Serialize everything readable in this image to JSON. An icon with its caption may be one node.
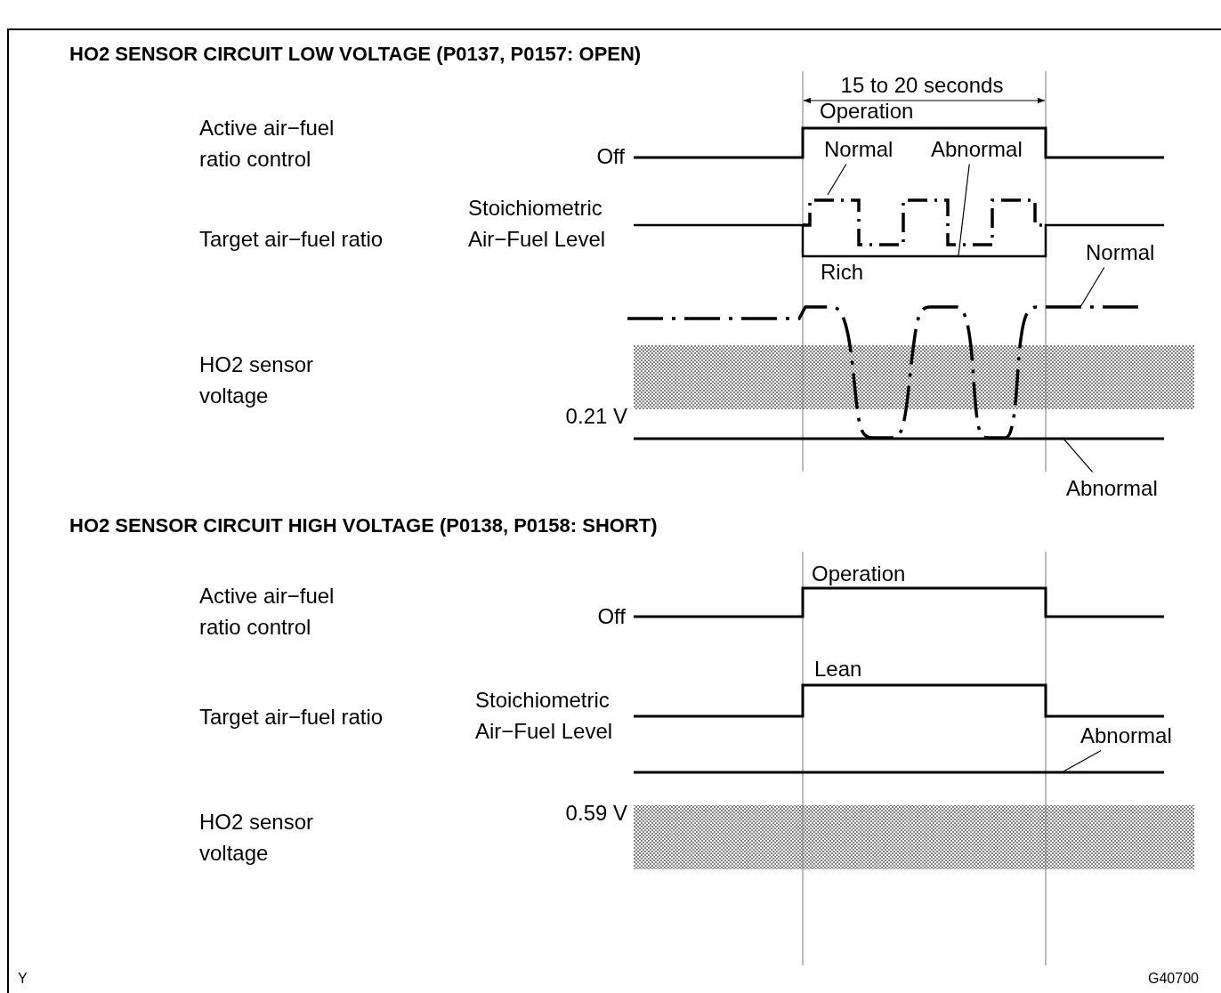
{
  "diagram": {
    "nodes": [
      {
        "text": [
          "Normal"
        ]
      },
      {
        "text": [
          "Abnormal"
        ]
      },
      {
        "text": [
          "Normal"
        ]
      },
      {
        "text": [
          "Abnormal"
        ]
      },
      {
        "text": [
          "Abnormal"
        ]
      }
    ],
    "edges": [
      {
        "from": 0,
        "to": null,
        "arrow": "none"
      },
      {
        "from": 1,
        "to": null,
        "arrow": "none"
      },
      {
        "from": 2,
        "to": null,
        "arrow": "none"
      },
      {
        "from": 3,
        "to": null,
        "arrow": "none"
      },
      {
        "from": 4,
        "to": null,
        "arrow": "none"
      }
    ],
    "labels": [
      "HO2 SENSOR CIRCUIT LOW VOLTAGE (P0137, P0157: OPEN)",
      "15 to 20 seconds",
      "Operation",
      "Active air−fuel ratio control",
      "Off",
      "Target air−fuel ratio",
      "Stoichiometric Air−Fuel Level",
      "Rich",
      "HO2 sensor voltage",
      "0.21 V",
      "HO2 SENSOR CIRCUIT HIGH VOLTAGE (P0138, P0158: SHORT)",
      "Operation",
      "Active air−fuel ratio control",
      "Off",
      "Lean",
      "Target air−fuel ratio",
      "Stoichiometric Air−Fuel Level",
      "HO2 sensor voltage",
      "0.59 V",
      "Y",
      "G40700"
    ]
  }
}
